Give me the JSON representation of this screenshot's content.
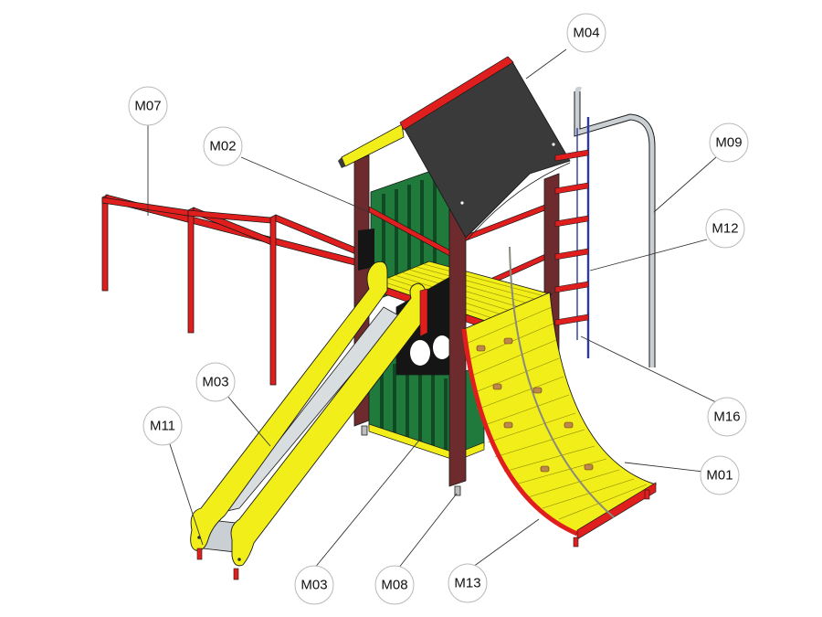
{
  "labels": {
    "m04": "M04",
    "m07": "M07",
    "m02": "M02",
    "m09": "M09",
    "m12": "M12",
    "m03_upper": "M03",
    "m11": "M11",
    "m16": "M16",
    "m01": "M01",
    "m03_lower": "M03",
    "m08": "M08",
    "m13": "M13"
  },
  "colors": {
    "red": "#e01e1e",
    "yellow": "#f2ee1a",
    "green": "#1f7a3c",
    "brown": "#6e2b2e",
    "roof": "#3a3a3a",
    "steel": "#c9cfd2",
    "black_panel": "#151515",
    "rope": "#8a8a7a",
    "ladder_rail": "#2a3aa0"
  }
}
